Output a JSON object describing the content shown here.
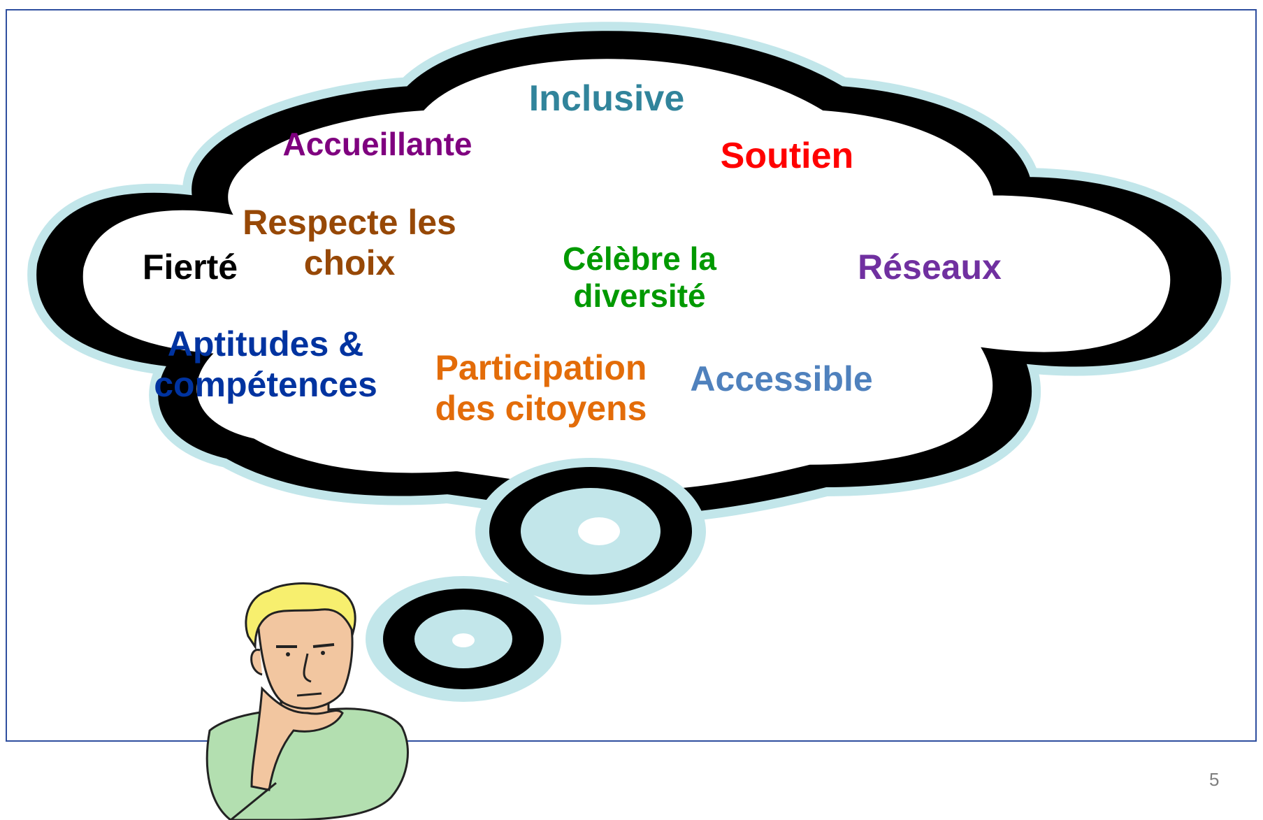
{
  "slide": {
    "page_number": "5",
    "frame_color": "#2f4f9f"
  },
  "cloud": {
    "outline_color": "#000000",
    "halo_color": "#c2e6ea",
    "fill_color": "#ffffff"
  },
  "words": [
    {
      "text": "Inclusive",
      "color": "#31849b"
    },
    {
      "text": "Accueillante",
      "color": "#7f007f"
    },
    {
      "text": "Soutien",
      "color": "#ff0000"
    },
    {
      "text": "Respecte les",
      "text2": "choix",
      "color": "#974806"
    },
    {
      "text": "Fierté",
      "color": "#000000"
    },
    {
      "text": "Célèbre la",
      "text2": "diversité",
      "color": "#009900"
    },
    {
      "text": "Réseaux",
      "color": "#7030a0"
    },
    {
      "text": "Aptitudes &",
      "text2": "compétences",
      "color": "#0033a0"
    },
    {
      "text": "Participation",
      "text2": "des citoyens",
      "color": "#e36c09"
    },
    {
      "text": "Accessible",
      "color": "#4f81bd"
    }
  ],
  "illustration": {
    "icon": "thinking-man-icon",
    "shirt_color": "#b3dfb0",
    "skin_color": "#f2c6a0",
    "hair_color": "#f7ef6e"
  }
}
